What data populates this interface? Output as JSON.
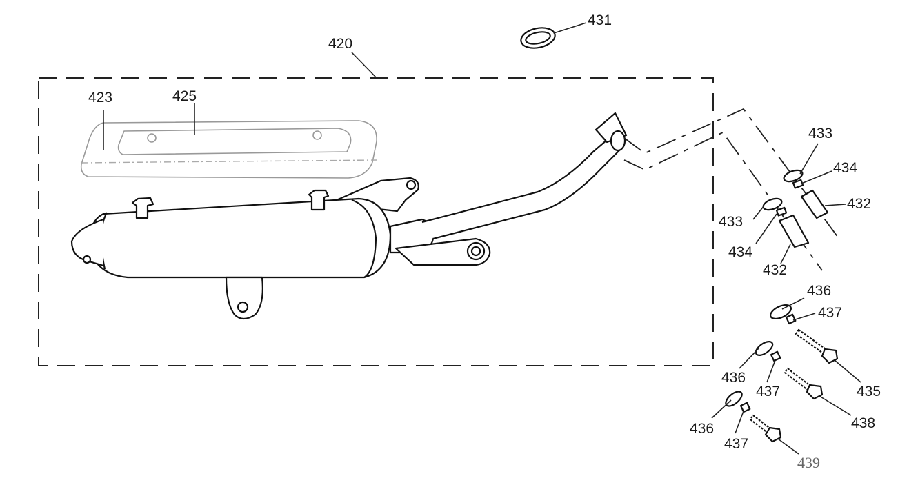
{
  "diagram": {
    "labels": {
      "p420": "420",
      "p423": "423",
      "p425": "425",
      "p431": "431",
      "p433a": "433",
      "p434a": "434",
      "p432a": "432",
      "p433b": "433",
      "p434b": "434",
      "p432b": "432",
      "p436a": "436",
      "p437a": "437",
      "p435": "435",
      "p436b": "436",
      "p437b": "437",
      "p438": "438",
      "p436c": "436",
      "p437c": "437",
      "p439": "439"
    }
  }
}
